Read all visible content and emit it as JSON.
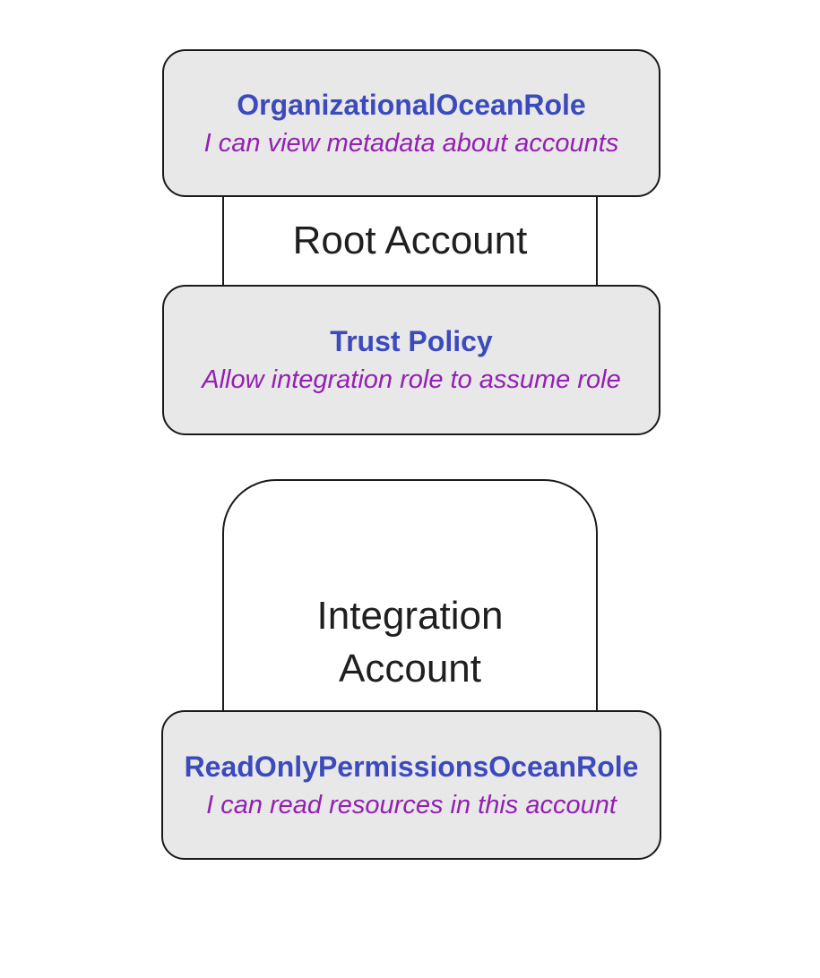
{
  "diagram": {
    "type": "flowchart",
    "background_color": "#ffffff",
    "colors": {
      "node_fill": "#e8e8e8",
      "node_border": "#1a1a1a",
      "container_fill": "#ffffff",
      "container_border": "#1a1a1a",
      "role_title_text": "#3b4abd",
      "role_description_text": "#9420b4",
      "account_label_text": "#1f1f1f"
    },
    "containers": [
      {
        "id": "root-account",
        "label": "Root Account"
      },
      {
        "id": "integration-account",
        "label": "Integration Account",
        "label_wrapped": "Integration\nAccount"
      }
    ],
    "nodes": [
      {
        "id": "organizational-ocean-role",
        "container": "Root Account",
        "title": "OrganizationalOceanRole",
        "description": "I can view metadata about accounts"
      },
      {
        "id": "trust-policy",
        "container": "Root Account",
        "title": "Trust Policy",
        "description": "Allow integration role to assume role"
      },
      {
        "id": "readonly-permissions-ocean-role",
        "container": "Integration Account",
        "title": "ReadOnlyPermissionsOceanRole",
        "description": "I can read resources in this account"
      }
    ]
  }
}
